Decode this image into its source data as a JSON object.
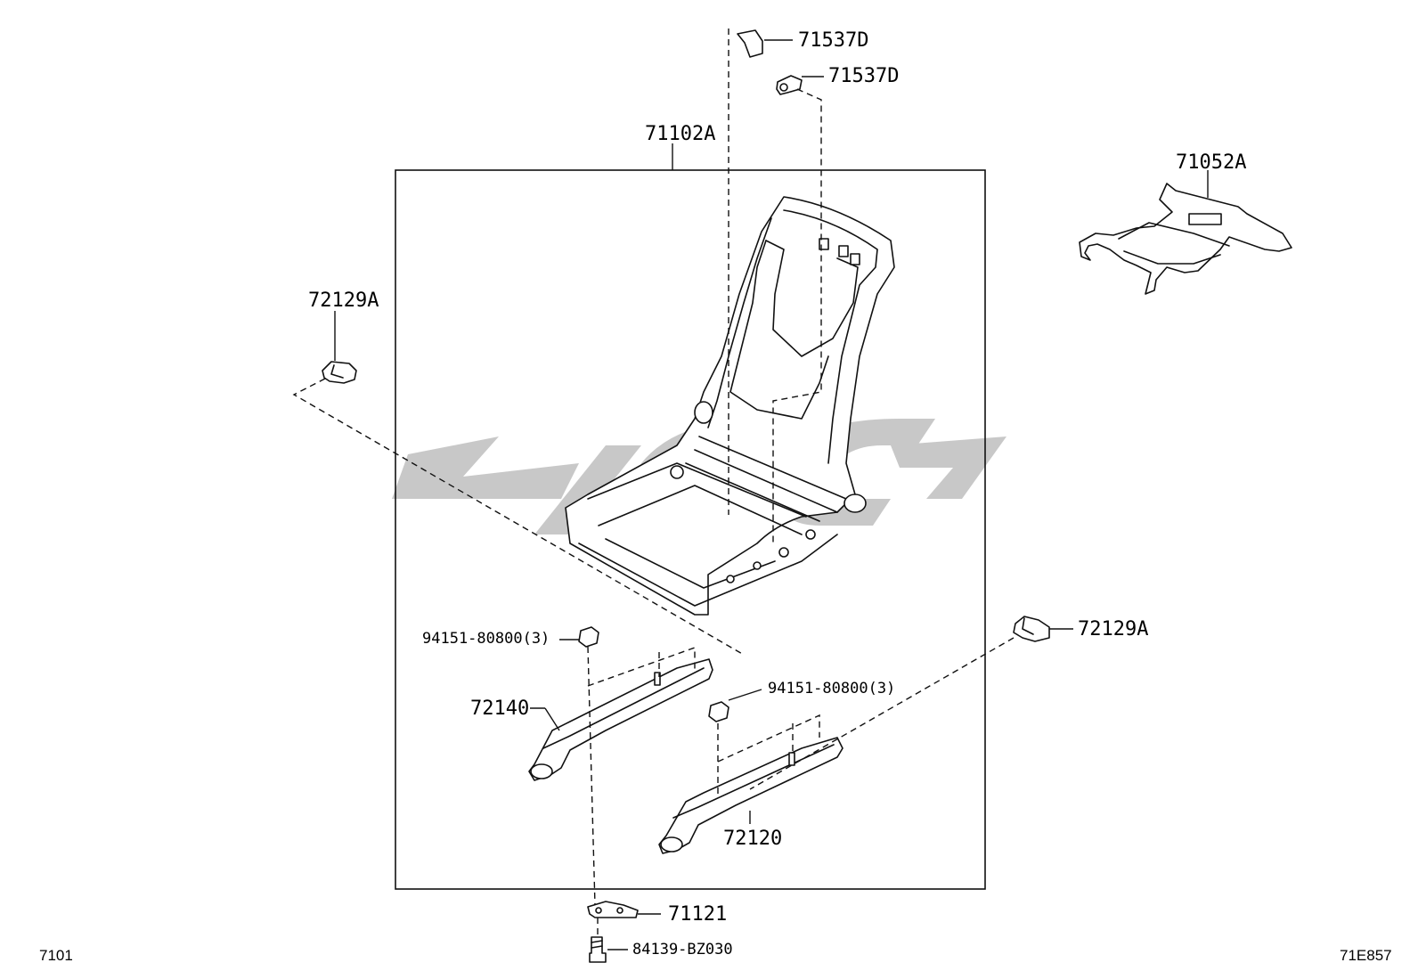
{
  "parts": {
    "seatback_cover_clip_upper": "71537D",
    "seatback_cover_clip_lower": "71537D",
    "seat_frame_assembly": "71102A",
    "spring_assembly": "71052A",
    "cover_left": "72129A",
    "cover_right": "72129A",
    "nut_left": "94151-80800(3)",
    "nut_right": "94151-80800(3)",
    "track_left": "72140",
    "track_right": "72120",
    "bracket": "71121",
    "screw": "84139-BZ030"
  },
  "corner_labels": {
    "bottom_left": "7101",
    "bottom_right": "71E857"
  }
}
